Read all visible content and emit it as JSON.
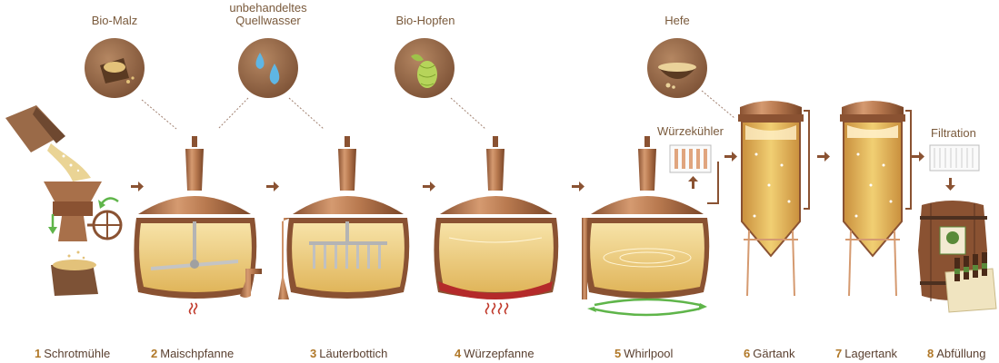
{
  "ingredients": [
    {
      "label": "Bio-Malz",
      "icon": "malt-sack-icon"
    },
    {
      "label": "unbehandeltes Quellwasser",
      "icon": "water-drops-icon"
    },
    {
      "label": "Bio-Hopfen",
      "icon": "hop-cone-icon"
    },
    {
      "label": "Hefe",
      "icon": "yeast-bowl-icon"
    }
  ],
  "process_labels": {
    "wort_cooler": "Würzekühler",
    "filtration": "Filtration"
  },
  "stages": [
    {
      "num": "1",
      "label": "Schrotmühle"
    },
    {
      "num": "2",
      "label": "Maischpfanne"
    },
    {
      "num": "3",
      "label": "Läuterbottich"
    },
    {
      "num": "4",
      "label": "Würzepfanne"
    },
    {
      "num": "5",
      "label": "Whirlpool"
    },
    {
      "num": "6",
      "label": "Gärtank"
    },
    {
      "num": "7",
      "label": "Lagertank"
    },
    {
      "num": "8",
      "label": "Abfüllung"
    }
  ],
  "colors": {
    "copper": "#b8794f",
    "copper_dark": "#8a5232",
    "beer": "#e8c46a",
    "brown_circle": "#9a6a48",
    "text": "#7a5a3c",
    "arrow": "#8a5232",
    "green_arrow": "#5fb54a",
    "heat": "#c0392b"
  }
}
